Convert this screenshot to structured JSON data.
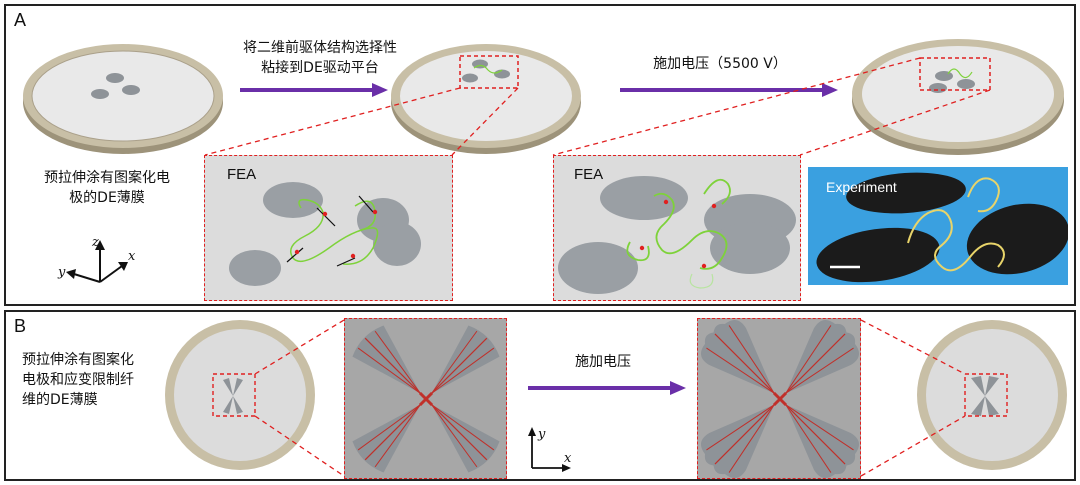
{
  "panel_a": {
    "letter": "A",
    "step1_caption_line1": "将二维前驱体结构选择性",
    "step1_caption_line2": "粘接到DE驱动平台",
    "step2_caption": "施加电压（5500 V）",
    "membrane_caption_line1": "预拉伸涂有图案化电",
    "membrane_caption_line2": "极的DE薄膜",
    "fea_label_1": "FEA",
    "fea_label_2": "FEA",
    "experiment_label": "Experiment",
    "axes": {
      "z": "z",
      "y": "y",
      "x": "x"
    }
  },
  "panel_b": {
    "letter": "B",
    "membrane_caption_line1": "预拉伸涂有图案化",
    "membrane_caption_line2": "电极和应变限制纤",
    "membrane_caption_line3": "维的DE薄膜",
    "step_caption": "施加电压",
    "axes": {
      "y": "y",
      "x": "x"
    }
  },
  "colors": {
    "arrow": "#6a2fa8",
    "dashed": "#e02020",
    "ring": "#b8ad92",
    "membrane": "#e6e6e6",
    "electrode": "#8e9398",
    "ribbon": "#7ed23a",
    "fiber": "#c0302a",
    "experiment_bg": "#3aa0e0"
  }
}
